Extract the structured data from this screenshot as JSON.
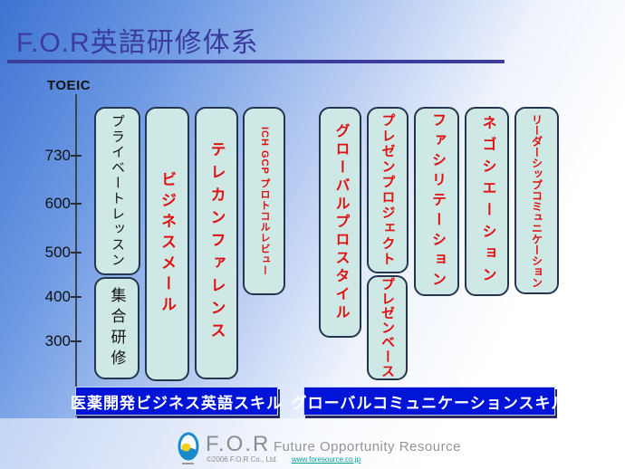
{
  "title": "F.O.R英語研修体系",
  "axis": {
    "label": "TOEIC",
    "tick_labels": [
      "730",
      "600",
      "500",
      "400",
      "300"
    ]
  },
  "chart_data": {
    "type": "bar",
    "subtype": "vertical-range-columns",
    "title": "F.O.R英語研修体系",
    "y_axis_label": "TOEIC",
    "y_ticks": [
      730,
      600,
      500,
      400,
      300
    ],
    "y_axis_range_shown": [
      300,
      730
    ],
    "grid": false,
    "groups": [
      {
        "label": "医薬開発ビジネス英語スキル",
        "column_ids": [
          "private-lesson",
          "group-training",
          "business-email",
          "teleconference",
          "ich-gcp-protocol-review"
        ]
      },
      {
        "label": "グローバルコミュニケーションスキル",
        "column_ids": [
          "global-pro-style",
          "presen-project",
          "presen-base",
          "facilitation",
          "negotiation",
          "leadership-communication"
        ]
      }
    ],
    "columns": [
      {
        "id": "private-lesson",
        "label": "プライベートレッスン",
        "text_color": "black",
        "toeic_range": [
          450,
          860
        ],
        "group": "医薬開発ビジネス英語スキル"
      },
      {
        "id": "group-training",
        "label": "集合研修",
        "text_color": "black",
        "toeic_range": [
          215,
          445
        ],
        "group": "医薬開発ビジネス英語スキル"
      },
      {
        "id": "business-email",
        "label": "ビジネスメール",
        "text_color": "red",
        "toeic_range": [
          210,
          860
        ],
        "group": "医薬開発ビジネス英語スキル"
      },
      {
        "id": "teleconference",
        "label": "テレカンファレンス",
        "text_color": "red",
        "toeic_range": [
          215,
          860
        ],
        "group": "医薬開発ビジネス英語スキル"
      },
      {
        "id": "ich-gcp-protocol-review",
        "label": "ICH GCP プロトコルレビュー",
        "text_color": "red",
        "toeic_range": [
          405,
          860
        ],
        "group": "医薬開発ビジネス英語スキル"
      },
      {
        "id": "global-pro-style",
        "label": "グローバルプロスタイル",
        "text_color": "red",
        "toeic_range": [
          310,
          860
        ],
        "group": "グローバルコミュニケーションスキル"
      },
      {
        "id": "presen-project",
        "label": "プレゼンプロジェクト",
        "text_color": "red",
        "toeic_range": [
          455,
          860
        ],
        "group": "グローバルコミュニケーションスキル"
      },
      {
        "id": "presen-base",
        "label": "プレゼンベース",
        "text_color": "red",
        "toeic_range": [
          215,
          450
        ],
        "group": "グローバルコミュニケーションスキル"
      },
      {
        "id": "facilitation",
        "label": "ファシリテーション",
        "text_color": "red",
        "toeic_range": [
          400,
          860
        ],
        "group": "グローバルコミュニケーションスキル"
      },
      {
        "id": "negotiation",
        "label": "ネゴシエーション",
        "text_color": "red",
        "toeic_range": [
          400,
          860
        ],
        "group": "グローバルコミュニケーションスキル"
      },
      {
        "id": "leadership-communication",
        "label": "リーダーシップコミュニケーション",
        "text_color": "red",
        "toeic_range": [
          405,
          860
        ],
        "group": "グローバルコミュニケーションスキル"
      }
    ]
  },
  "banners": {
    "left": "医薬開発ビジネス英語スキル",
    "right": "グローバルコミュニケーションスキル"
  },
  "footer": {
    "brand": "F.O.R",
    "tagline": "Future Opportunity Resource",
    "copyright": "©2006 F.O.R Co., Ltd.",
    "url": "www.foresource.co.jp"
  },
  "colors": {
    "title": "#3b3b9e",
    "box_fill": "#cde8e5",
    "box_border": "#24364e",
    "box_text_red": "#e01010",
    "box_text_black": "#121212",
    "banner_blue": "#0014d8",
    "banner_text": "#ffffff",
    "link_teal": "#009a9a",
    "background_blue": "#3e73d2"
  }
}
